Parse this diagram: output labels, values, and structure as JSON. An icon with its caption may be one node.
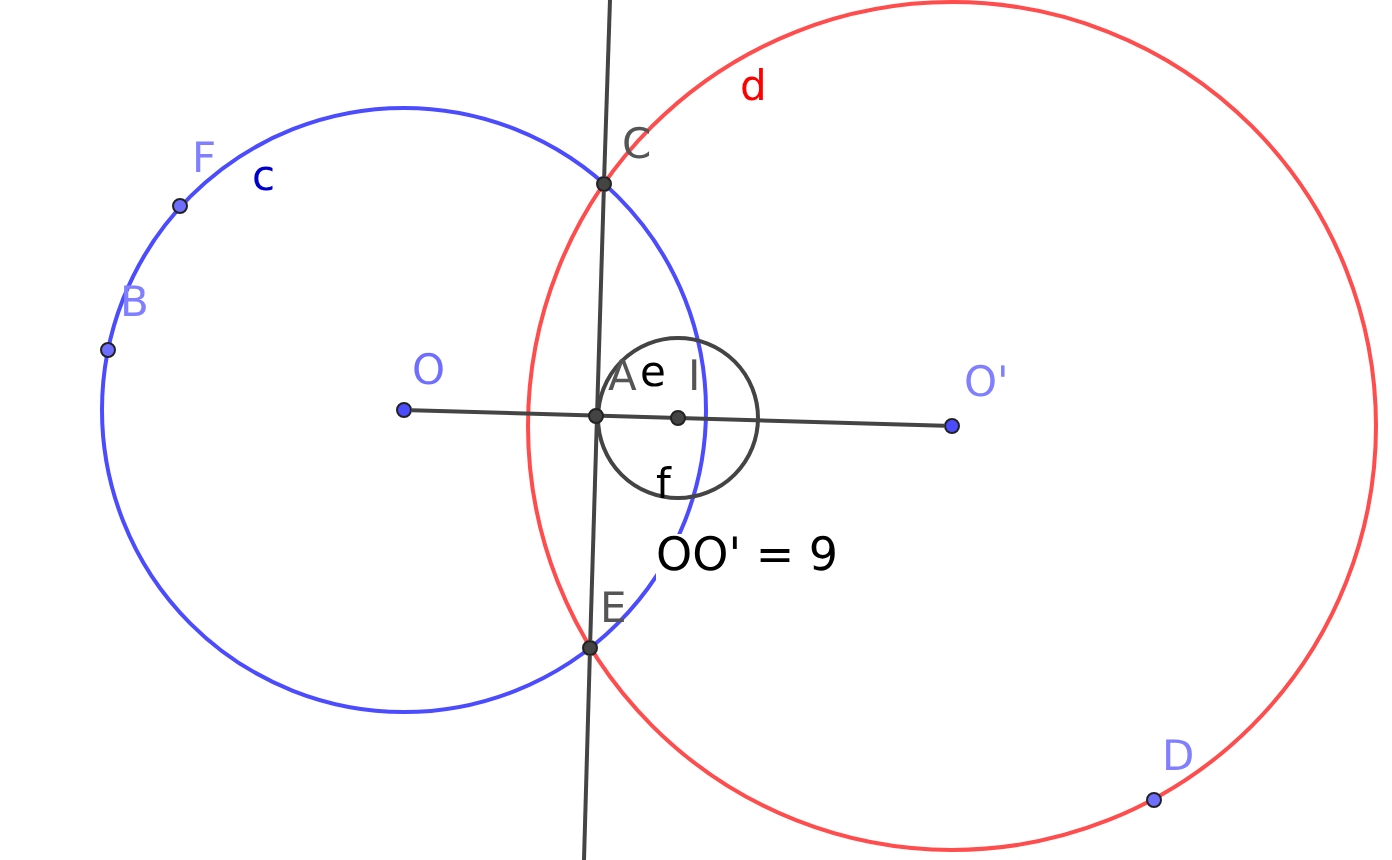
{
  "diagram": {
    "nodes": [
      {
        "text": [],
        "shape": "circle",
        "beside": [
          "F"
        ]
      },
      {
        "text": [],
        "shape": "circle",
        "beside": [
          "B"
        ]
      },
      {
        "text": [],
        "shape": "circle",
        "beside": [
          "O"
        ]
      },
      {
        "text": [],
        "shape": "circle",
        "beside": [
          "C"
        ]
      },
      {
        "text": [],
        "shape": "circle",
        "beside": [
          "A"
        ]
      },
      {
        "text": [],
        "shape": "circle",
        "beside": [
          "I"
        ]
      },
      {
        "text": [],
        "shape": "circle",
        "beside": [
          "O'"
        ]
      },
      {
        "text": [],
        "shape": "circle",
        "beside": [
          "E"
        ]
      },
      {
        "text": [],
        "shape": "circle",
        "beside": [
          "D"
        ]
      }
    ],
    "edges": [
      {
        "from": 2,
        "to": 6,
        "arrow": "none"
      },
      {
        "from": 3,
        "to": 7,
        "arrow": "none"
      }
    ],
    "labels": [
      "d",
      "c",
      "e",
      "f",
      "OO' = 9"
    ]
  }
}
